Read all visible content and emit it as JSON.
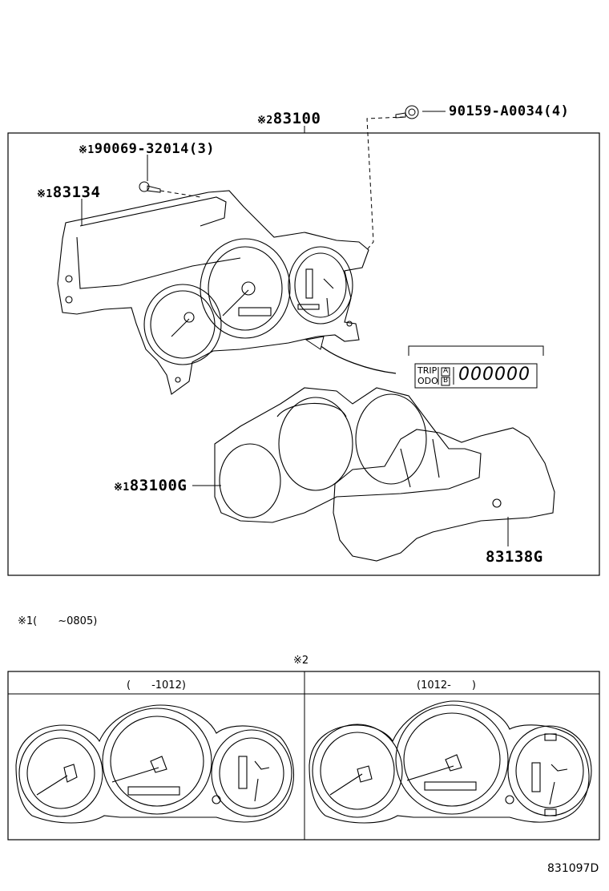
{
  "main_box": {
    "callouts": {
      "assembly": {
        "mark": "※2",
        "part": "83100"
      },
      "screw": {
        "part": "90159-A0034",
        "qty": "(4)"
      },
      "bolt": {
        "mark": "※1",
        "part": "90069-32014",
        "qty": "(3)"
      },
      "housing": {
        "mark": "※1",
        "part": "83134"
      },
      "glass": {
        "mark": "※1",
        "part": "83100G"
      },
      "window": {
        "part": "83138G"
      }
    },
    "odometer_detail": {
      "trip": "TRIP",
      "odo": "ODO",
      "a": "A",
      "b": "B",
      "digits": "000000"
    }
  },
  "footnote": {
    "mark": "※1",
    "text": "(　　~0805)"
  },
  "variants": {
    "mark": "※2",
    "columns": [
      {
        "label": "(　　-1012)"
      },
      {
        "label": "(1012-　　)"
      }
    ]
  },
  "illustration_code": "831097D"
}
